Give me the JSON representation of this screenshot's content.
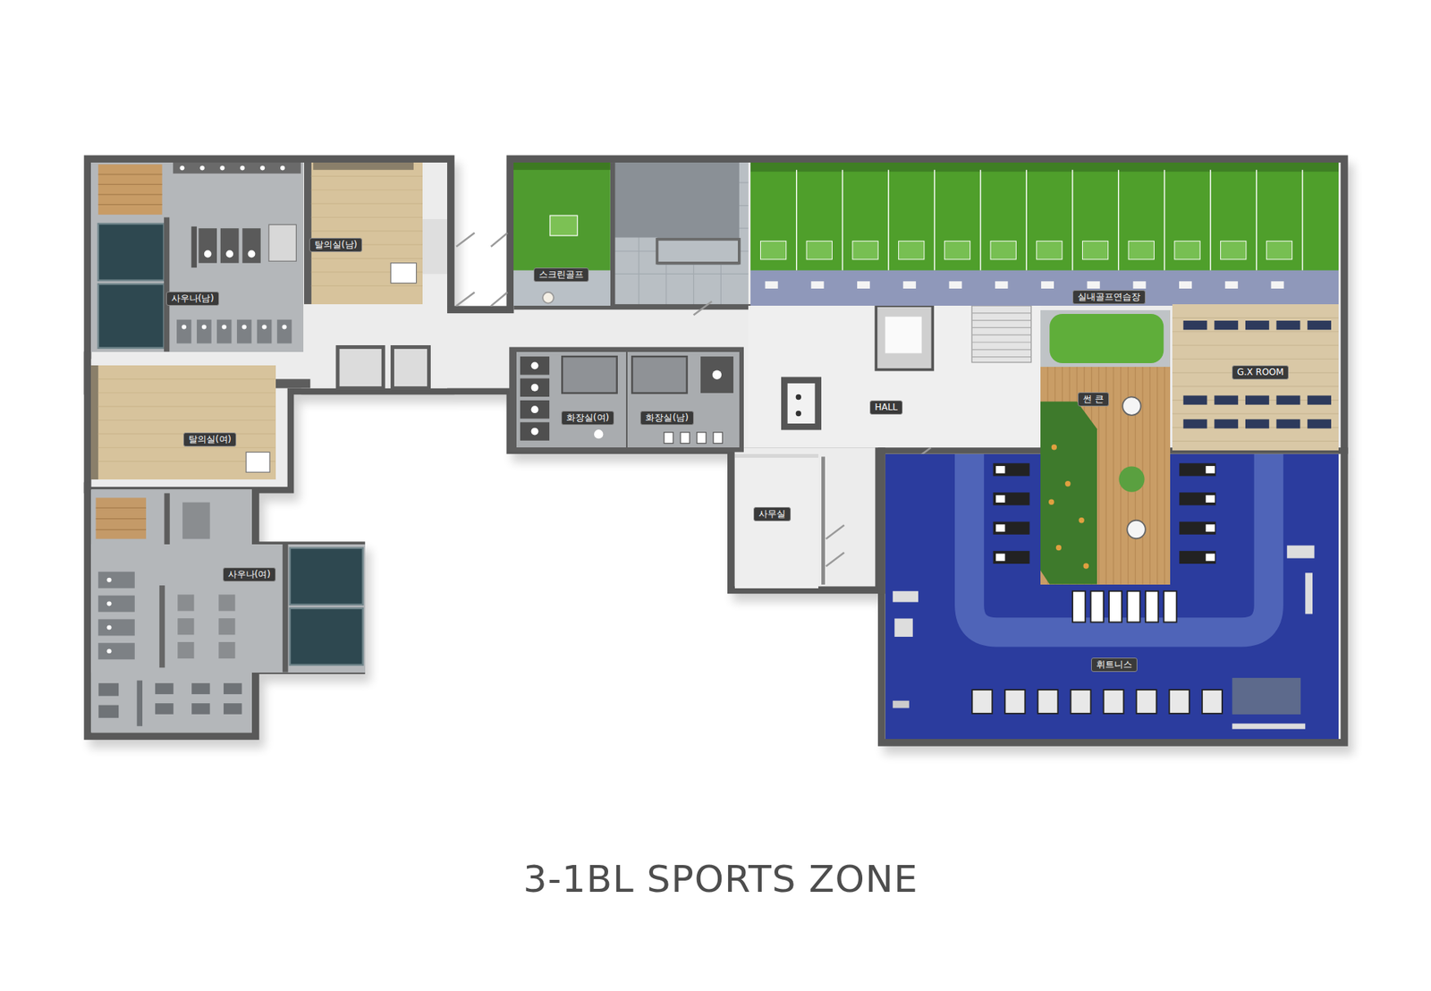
{
  "diagram": {
    "title": "3-1BL SPORTS ZONE",
    "nodes": [
      {
        "text": [
          "사우나(남)"
        ]
      },
      {
        "text": [
          "탈의실(남)"
        ]
      },
      {
        "text": [
          "스크린골프"
        ]
      },
      {
        "text": [
          "실내골프연습장"
        ]
      },
      {
        "text": [
          "탈의실(여)"
        ]
      },
      {
        "text": [
          "화장실(여)"
        ]
      },
      {
        "text": [
          "화장실(남)"
        ]
      },
      {
        "text": [
          "HALL"
        ]
      },
      {
        "text": [
          "G.X ROOM"
        ]
      },
      {
        "text": [
          "썬 큰"
        ]
      },
      {
        "text": [
          "사무실"
        ]
      },
      {
        "text": [
          "사우나(여)"
        ]
      },
      {
        "text": [
          "휘트니스"
        ]
      }
    ]
  }
}
